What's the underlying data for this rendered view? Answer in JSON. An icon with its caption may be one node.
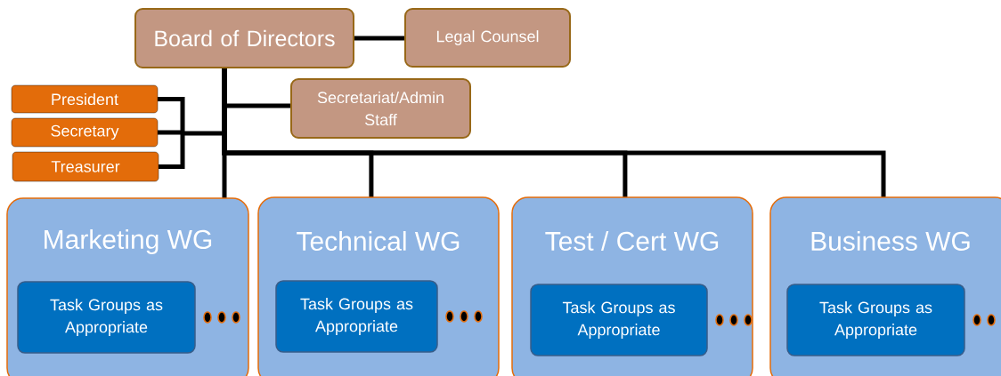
{
  "diagram": {
    "nodes": [
      {
        "text": [
          "Board of Directors"
        ]
      },
      {
        "text": [
          "Legal Counsel"
        ]
      },
      {
        "text": [
          "President"
        ]
      },
      {
        "text": [
          "Secretary"
        ]
      },
      {
        "text": [
          "Treasurer"
        ]
      },
      {
        "text": [
          "Secretariat/Admin Staff"
        ]
      },
      {
        "text": [
          "Marketing WG"
        ]
      },
      {
        "text": [
          "Task Groups as Appropriate"
        ],
        "in": 6
      },
      {
        "text": [
          "Technical WG"
        ]
      },
      {
        "text": [
          "Task Groups as Appropriate"
        ],
        "in": 8
      },
      {
        "text": [
          "Test / Cert WG"
        ]
      },
      {
        "text": [
          "Task Groups as Appropriate"
        ],
        "in": 10
      },
      {
        "text": [
          "Business WG"
        ]
      },
      {
        "text": [
          "Task Groups as Appropriate"
        ],
        "in": 12
      }
    ],
    "edges": [
      {
        "from": 0,
        "to": 1,
        "arrow": "none"
      },
      {
        "from": 2,
        "to": 0,
        "arrow": "none"
      },
      {
        "from": 3,
        "to": 0,
        "arrow": "none"
      },
      {
        "from": 4,
        "to": 0,
        "arrow": "none"
      },
      {
        "from": 0,
        "to": 5,
        "arrow": "none"
      },
      {
        "from": 0,
        "to": 6,
        "arrow": "none"
      },
      {
        "from": 0,
        "to": 8,
        "arrow": "none"
      },
      {
        "from": 0,
        "to": 10,
        "arrow": "none"
      },
      {
        "from": 0,
        "to": 12,
        "arrow": "none"
      }
    ]
  }
}
